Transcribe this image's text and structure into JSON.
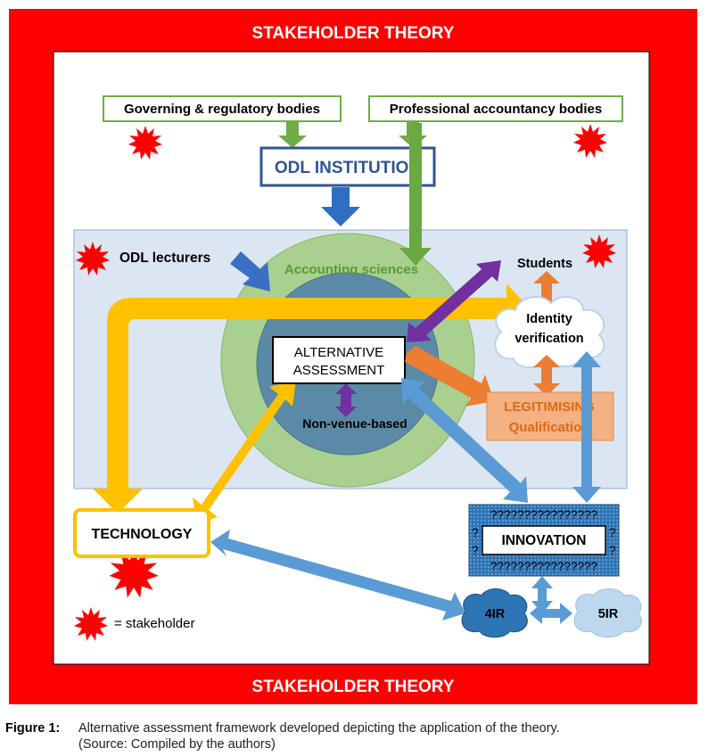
{
  "frame": {
    "title_top": "STAKEHOLDER THEORY",
    "title_bottom": "STAKEHOLDER THEORY"
  },
  "boxes": {
    "governing": "Governing & regulatory bodies",
    "professional": "Professional accountancy bodies",
    "odl_institution": "ODL INSTITUTION",
    "odl_lecturers": "ODL lecturers",
    "accounting_sciences": "Accounting sciences",
    "alternative_line1": "ALTERNATIVE",
    "alternative_line2": "ASSESSMENT",
    "non_venue": "Non-venue-based",
    "students": "Students",
    "identity_line1": "Identity",
    "identity_line2": "verification",
    "legit_line1": "LEGITIMISING",
    "legit_line2": "Qualification",
    "technology": "TECHNOLOGY",
    "innovation": "INNOVATION",
    "innovation_q_row": "????????????????",
    "q_mark": "?",
    "ir4": "4IR",
    "ir5": "5IR",
    "legend": "= stakeholder"
  },
  "colors": {
    "frame_red": "#ff0000",
    "panel_blue": "#dbe6f2",
    "institution_blue": "#2e5597",
    "green_arrow": "#6aa842",
    "yellow_arrow": "#ffc000",
    "purple_arrow": "#7030a0",
    "orange_arrow": "#ed7d31",
    "blue_arrow": "#5b9bd5",
    "stakeholder_sun": "#ff0000"
  },
  "caption": {
    "label": "Figure 1:",
    "line1": "Alternative assessment framework developed depicting the application of the theory.",
    "line2": "(Source: Compiled by the authors)"
  }
}
